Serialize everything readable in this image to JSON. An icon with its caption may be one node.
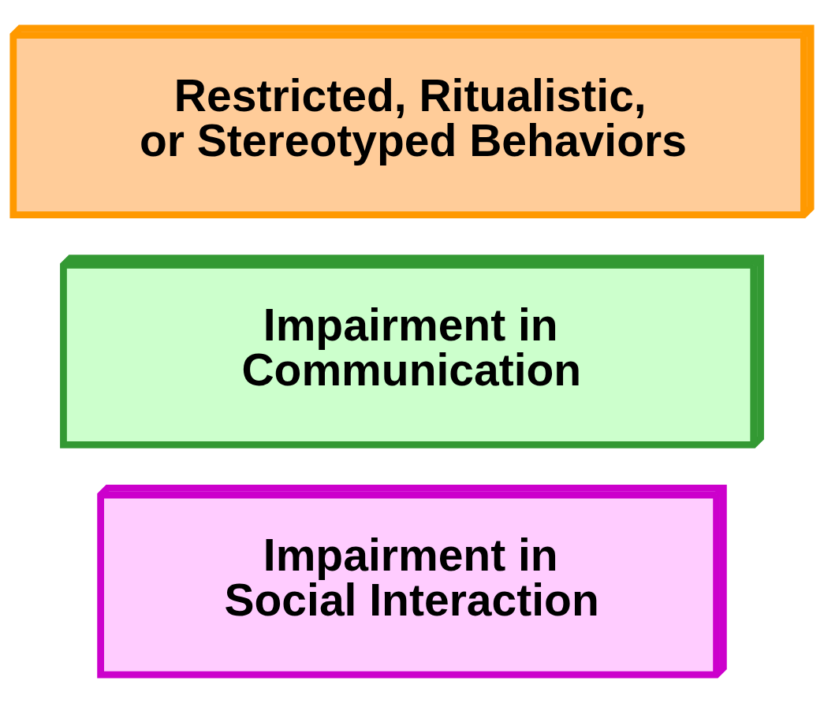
{
  "diagram": {
    "nodes": [
      {
        "text": [
          "Impairment in Social Interaction"
        ]
      },
      {
        "text": [
          "Impairment in Communication"
        ]
      },
      {
        "text": [
          "Restricted, Ritualistic, or Stereotyped Behaviors"
        ]
      }
    ]
  }
}
